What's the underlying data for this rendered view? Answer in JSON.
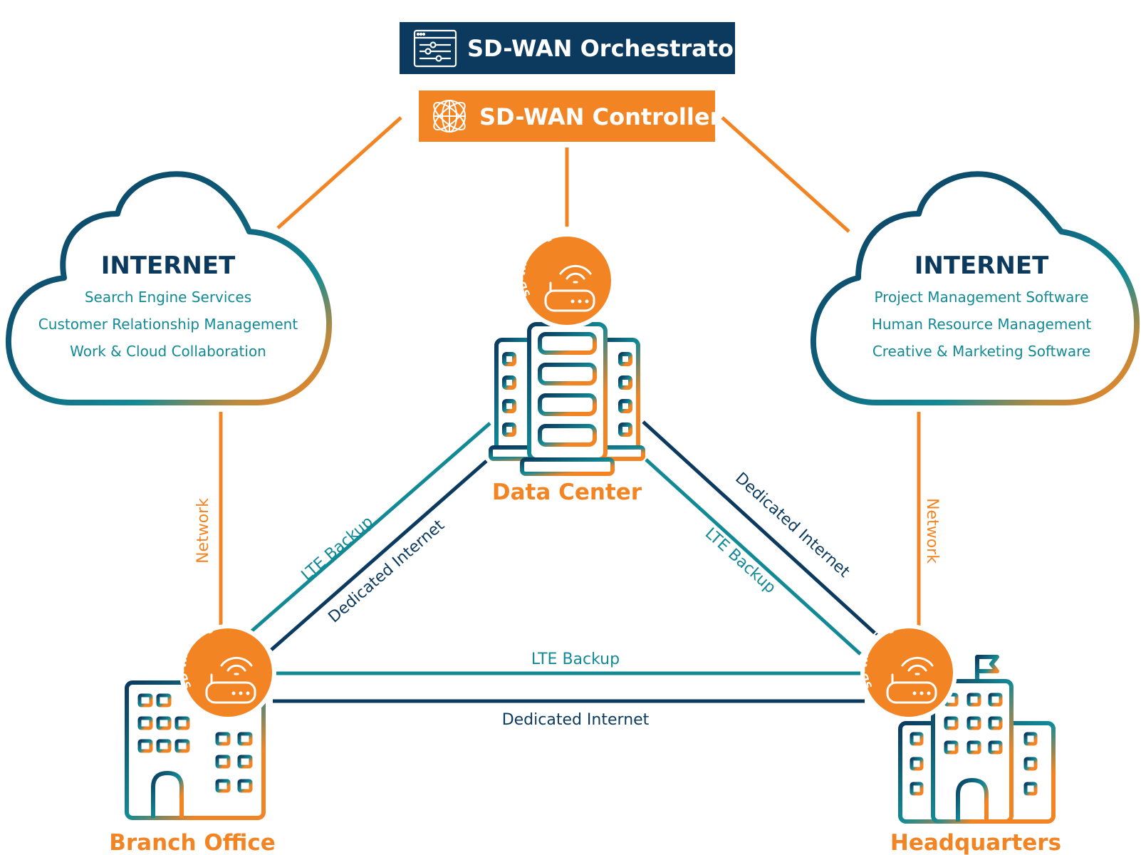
{
  "colors": {
    "navy": "#0b3a5e",
    "teal": "#128a96",
    "orange": "#f38424",
    "white": "#ffffff"
  },
  "orchestrator": {
    "label": "SD-WAN Orchestrator",
    "icon": "sliders-window-icon"
  },
  "controller": {
    "label": "SD-WAN Controller",
    "icon": "globe-network-icon"
  },
  "clouds": [
    {
      "title": "INTERNET",
      "services": [
        "Search Engine Services",
        "Customer Relationship Management",
        "Work & Cloud Collaboration"
      ]
    },
    {
      "title": "INTERNET",
      "services": [
        "Project Management Software",
        "Human Resource Management",
        "Creative & Marketing Software"
      ]
    }
  ],
  "sites": {
    "data_center": {
      "label": "Data Center",
      "icon": "server-rack-icon"
    },
    "branch_office": {
      "label": "Branch Office",
      "icon": "office-building-icon"
    },
    "headquarters": {
      "label": "Headquarters",
      "icon": "headquarters-building-icon"
    }
  },
  "edge_label": "SD-WAN Edge",
  "links": {
    "network": "Network",
    "lte_backup": "LTE Backup",
    "dedicated_internet": "Dedicated Internet"
  }
}
